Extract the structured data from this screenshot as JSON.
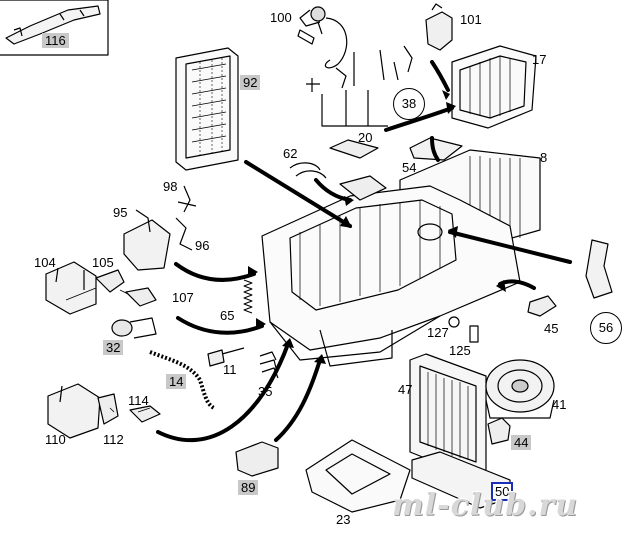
{
  "labels": {
    "l116": "116",
    "l100": "100",
    "l101": "101",
    "l17": "17",
    "l92": "92",
    "l38": "38",
    "l20": "20",
    "l62": "62",
    "l54": "54",
    "l8": "8",
    "l98": "98",
    "l95": "95",
    "l96": "96",
    "l104": "104",
    "l105": "105",
    "l107": "107",
    "l65": "65",
    "l56": "56",
    "l45": "45",
    "l127": "127",
    "l125": "125",
    "l32": "32",
    "l11": "11",
    "l14": "14",
    "l35": "35",
    "l47": "47",
    "l41": "41",
    "l114": "114",
    "l110": "110",
    "l112": "112",
    "l44": "44",
    "l89": "89",
    "l50": "50",
    "l23": "23"
  },
  "watermark": "ml-club.ru"
}
